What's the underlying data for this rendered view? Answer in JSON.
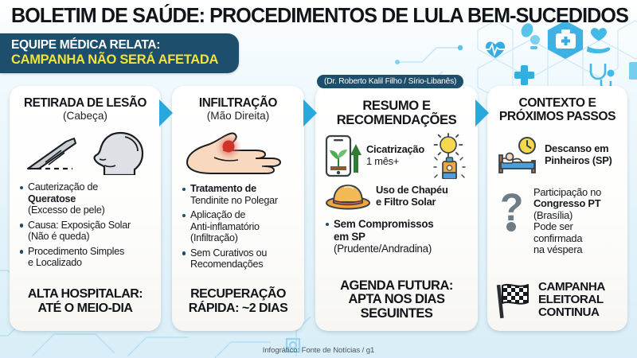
{
  "header": {
    "title": "BOLETIM DE SAÚDE: PROCEDIMENTOS DE LULA BEM-SUCEDIDOS",
    "banner_line1": "EQUIPE MÉDICA RELATA:",
    "banner_line2": "CAMPANHA NÃO SERÁ AFETADA",
    "banner_bg": "#1d4e6b",
    "banner_line2_color": "#f2e23a",
    "title_color": "#111418"
  },
  "source_badge": "(Dr. Roberto Kalil Filho / Sírio-Libanês)",
  "accent_color": "#29a8e0",
  "page_background": "#e4f3fa",
  "cards": [
    {
      "id": "retirada-de-lesao",
      "title": "RETIRADA DE LESÃO",
      "subtitle": "(Cabeça)",
      "icons": [
        "scalpel-icon",
        "head-profile-icon"
      ],
      "bullets": [
        {
          "lines": [
            "Cauterização de",
            "Queratose",
            "(Excesso de pele)"
          ],
          "bold_lines": [
            1
          ]
        },
        {
          "lines": [
            "Causa: Exposição Solar",
            "(Não é queda)"
          ],
          "bold_lines": []
        },
        {
          "lines": [
            "Procedimento Simples",
            "e Localizado"
          ],
          "bold_lines": [],
          "partial_bold": "Simples e Localizado"
        }
      ],
      "footer": [
        "ALTA HOSPITALAR:",
        "ATÉ O MEIO-DIA"
      ]
    },
    {
      "id": "infiltracao",
      "title": "INFILTRAÇÃO",
      "subtitle": "(Mão Direita)",
      "icons": [
        "hand-pain-icon"
      ],
      "bullets": [
        {
          "lines": [
            "Tratamento de",
            "Tendinite no Polegar"
          ],
          "bold_lines": []
        },
        {
          "lines": [
            "Aplicação de",
            "Anti-inflamatório",
            "(Infiltração)"
          ],
          "bold_lines": []
        },
        {
          "lines": [
            "Sem Curativos ou",
            "Recomendações"
          ],
          "bold_lines": []
        }
      ],
      "footer": [
        "RECUPERAÇÃO",
        "RÁPIDA: ~2 DIAS"
      ]
    },
    {
      "id": "resumo-e-recomendacoes",
      "title_lines": [
        "RESUMO E",
        "RECOMENDAÇÕES"
      ],
      "subtitle": "",
      "icon_rows": [
        {
          "icon": "phone-seedling-growth-icon",
          "lines": [
            "Cicatrização",
            "1 mês+"
          ],
          "secondary_icons": [
            "sun-icon",
            "sunscreen-icon"
          ]
        },
        {
          "icon": "hat-icon",
          "lines": [
            "Uso de Chapéu",
            "e Filtro Solar"
          ]
        }
      ],
      "bullets": [
        {
          "lines": [
            "Sem Compromissos",
            "em SP",
            "(Prudente/Andradina)"
          ],
          "bold_lines": [
            0,
            1
          ]
        }
      ],
      "footer": [
        "AGENDA FUTURA:",
        "APTA NOS DIAS",
        "SEGUINTES"
      ]
    },
    {
      "id": "contexto-e-proximos-passos",
      "title_lines": [
        "CONTEXTO E",
        "PRÓXIMOS PASSOS"
      ],
      "subtitle": "",
      "icon_rows": [
        {
          "icon": "bed-clock-rest-icon",
          "lines": [
            "Descanso em",
            "Pinheiros (SP)"
          ]
        },
        {
          "icon": "question-mark-icon",
          "lines": [
            "Participação no",
            "Congresso PT",
            "(Brasília)",
            "Pode ser",
            "confirmada",
            "na véspera"
          ]
        }
      ],
      "footer_icon": "checkered-flag-icon",
      "footer": [
        "CAMPANHA",
        "ELEITORAL",
        "CONTINUA"
      ]
    }
  ],
  "credit": "Infográfico: Fonte de Notícias / g1"
}
